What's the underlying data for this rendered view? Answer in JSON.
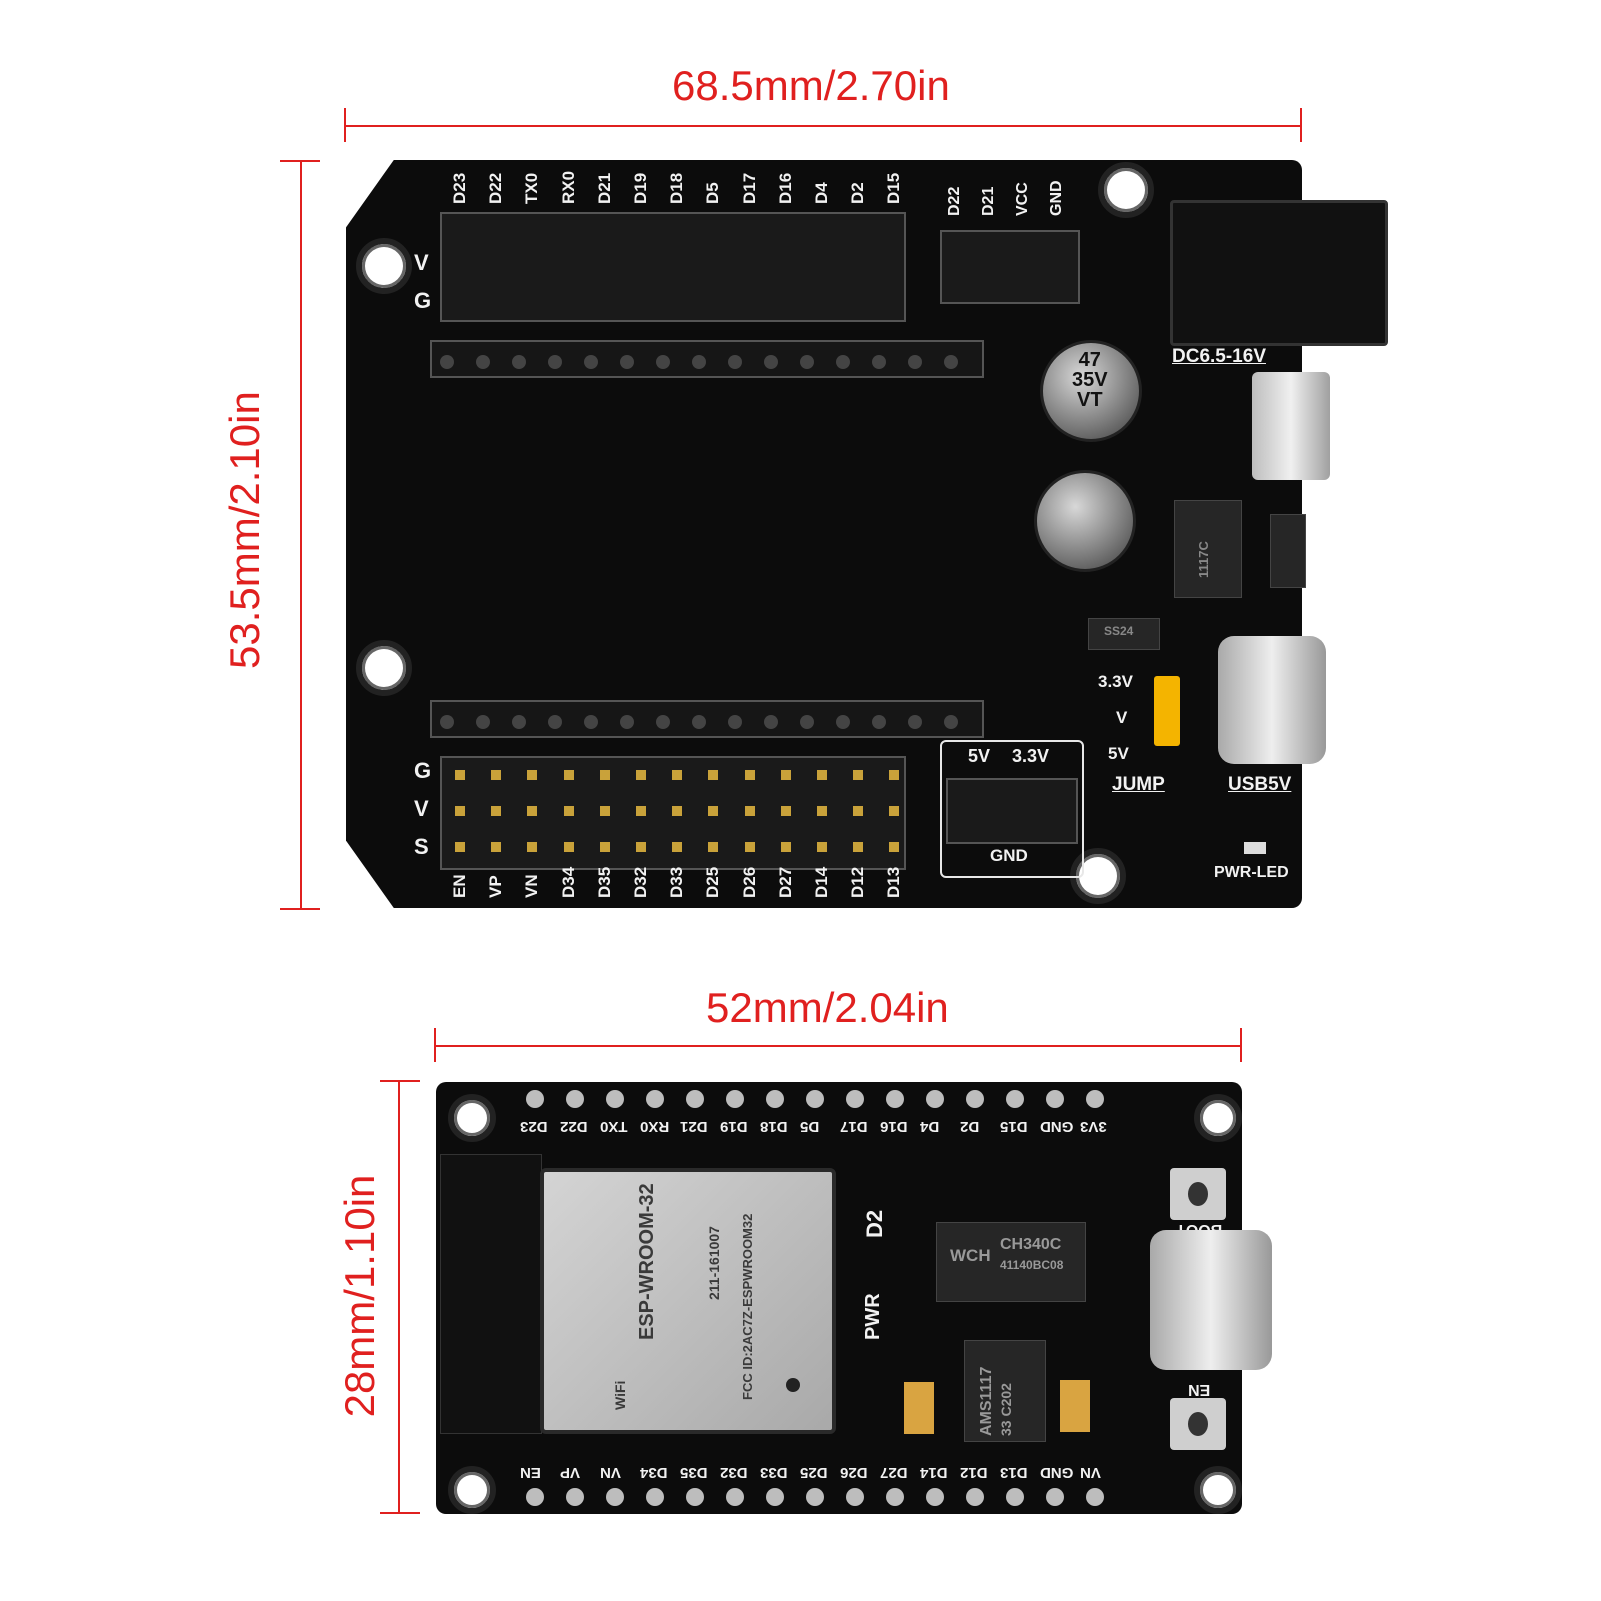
{
  "dimensions": {
    "shield_width": "68.5mm/2.70in",
    "shield_height": "53.5mm/2.10in",
    "board_width": "52mm/2.04in",
    "board_height": "28mm/1.10in"
  },
  "shield": {
    "top_pins": [
      "D23",
      "D22",
      "TX0",
      "RX0",
      "D21",
      "D19",
      "D18",
      "D5",
      "D17",
      "D16",
      "D4",
      "D2",
      "D15"
    ],
    "i2c_pins": [
      "D22",
      "D21",
      "VCC",
      "GND"
    ],
    "bottom_pins": [
      "EN",
      "VP",
      "VN",
      "D34",
      "D35",
      "D32",
      "D33",
      "D25",
      "D26",
      "D27",
      "D14",
      "D12",
      "D13"
    ],
    "row_letters_top": [
      "V",
      "G"
    ],
    "row_letters_bottom": [
      "G",
      "V",
      "S"
    ],
    "dc_label": "DC6.5-16V",
    "usb_label": "USB5V",
    "jump_label": "JUMP",
    "jump_options": [
      "3.3V",
      "V",
      "5V"
    ],
    "power_box": [
      "5V",
      "3.3V"
    ],
    "gnd_label": "GND",
    "led_label": "PWR-LED",
    "cap_text": [
      "47",
      "35V",
      "VT"
    ],
    "reg_text": "1117C",
    "diode_text": "SS24"
  },
  "esp32": {
    "top_pins": [
      "D23",
      "D22",
      "TX0",
      "RX0",
      "D21",
      "D19",
      "D18",
      "D5",
      "D17",
      "D16",
      "D4",
      "D2",
      "D15",
      "GND",
      "3V3"
    ],
    "bottom_pins": [
      "EN",
      "VP",
      "VN",
      "D34",
      "D35",
      "D32",
      "D33",
      "D25",
      "D26",
      "D27",
      "D14",
      "D12",
      "D13",
      "GND",
      "VN"
    ],
    "module_text": "ESP-WROOM-32",
    "module_id": "211-161007",
    "fcc_text": "FCC ID:2AC7Z-ESPWROOM32",
    "chip_brand": "WCH",
    "chip_name": "CH340C",
    "chip_code": "41140BC08",
    "reg_text": "AMS1117",
    "reg_sub": "33 C202",
    "boot_label": "BOOT",
    "en_label": "EN",
    "pwr_label": "PWR",
    "d2_label": "D2",
    "wifi_label": "WiFi"
  }
}
